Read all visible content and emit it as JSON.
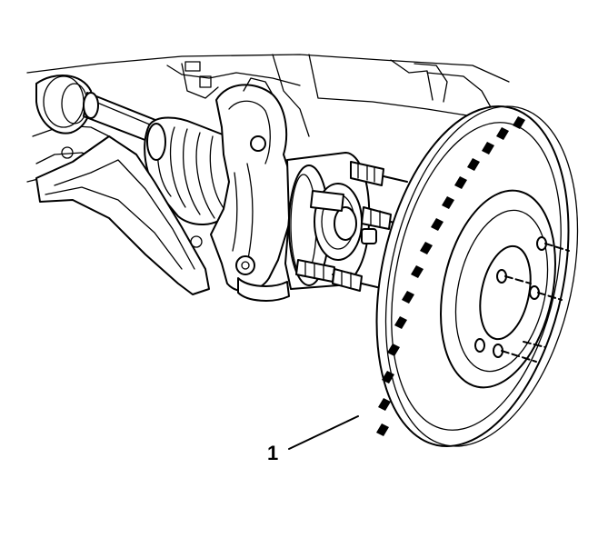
{
  "callouts": [
    {
      "label": "1"
    }
  ],
  "parts": {
    "drive_axle": "drive-axle-shaft",
    "cv_boot": "cv-joint-boot",
    "knuckle": "steering-knuckle",
    "lower_arm": "lower-control-arm",
    "hub": "wheel-hub-bearing",
    "rotor": "brake-rotor"
  },
  "colors": {
    "line": "#000000",
    "background": "#ffffff"
  }
}
